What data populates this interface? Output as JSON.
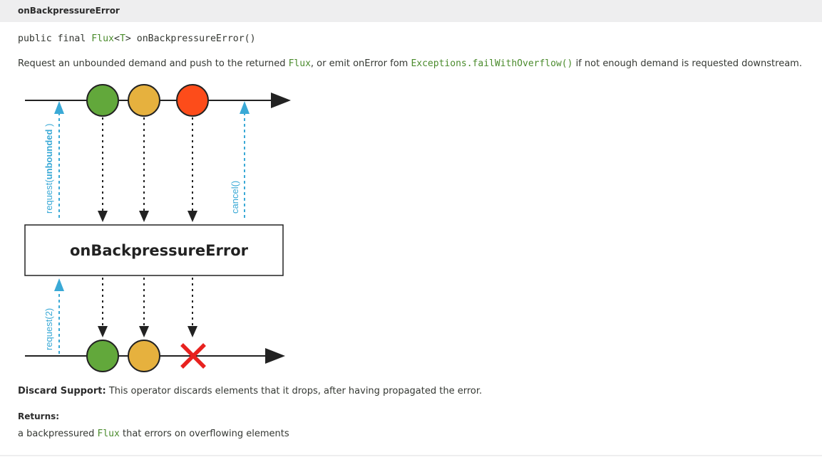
{
  "header": {
    "title": "onBackpressureError"
  },
  "signature": {
    "prefix": "public final ",
    "return_type": "Flux",
    "generic": "<T>",
    "method": " onBackpressureError()"
  },
  "description": {
    "part1": "Request an unbounded demand and push to the returned ",
    "link1": "Flux",
    "part2": ", or emit onError fom ",
    "link2": "Exceptions.failWithOverflow()",
    "part3": " if not enough demand is requested downstream."
  },
  "diagram": {
    "operator_label": "onBackpressureError",
    "upstream_request_label_prefix": "request(",
    "upstream_request_label_bold": "unbounded",
    "upstream_request_label_suffix": " )",
    "cancel_label": "cancel()",
    "downstream_request_label": "request(2)",
    "colors": {
      "green": "#62a83b",
      "yellow": "#e6b13e",
      "red": "#fd4c1a",
      "arrow_blue": "#3aa9d6",
      "error_x": "#e8221f"
    }
  },
  "discard": {
    "label": "Discard Support:",
    "text": " This operator discards elements that it drops, after having propagated the error."
  },
  "returns": {
    "label": "Returns:",
    "part1": "a backpressured ",
    "link": "Flux",
    "part2": " that errors on overflowing elements"
  }
}
